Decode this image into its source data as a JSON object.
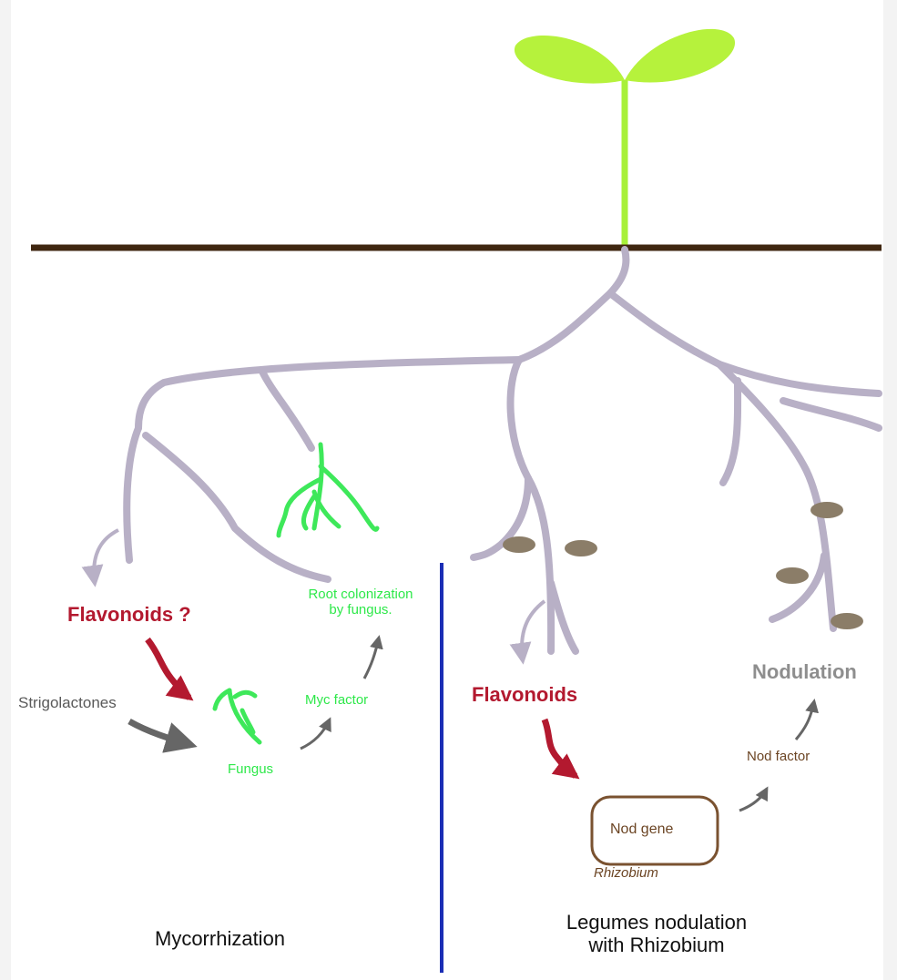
{
  "colors": {
    "soil": "#3f2610",
    "stem": "#a8f03a",
    "leaf": "#b6f23c",
    "root": "#b8b0c6",
    "fungus": "#3ee85a",
    "red": "#b3192f",
    "grey_arrow": "#666666",
    "divider": "#1a2db5",
    "nodule": "#8b7d68",
    "box": "#7a5230"
  },
  "left": {
    "flavonoids": "Flavonoids ?",
    "strigolactones": "Strigolactones",
    "fungus": "Fungus",
    "myc_factor": "Myc factor",
    "root_colonization_line1": "Root colonization",
    "root_colonization_line2": "by fungus.",
    "title": "Mycorrhization"
  },
  "right": {
    "flavonoids": "Flavonoids",
    "nodulation": "Nodulation",
    "nod_factor": "Nod factor",
    "nod_gene": "Nod gene",
    "rhizobium": "Rhizobium",
    "title_line1": "Legumes nodulation",
    "title_line2": "with Rhizobium"
  }
}
